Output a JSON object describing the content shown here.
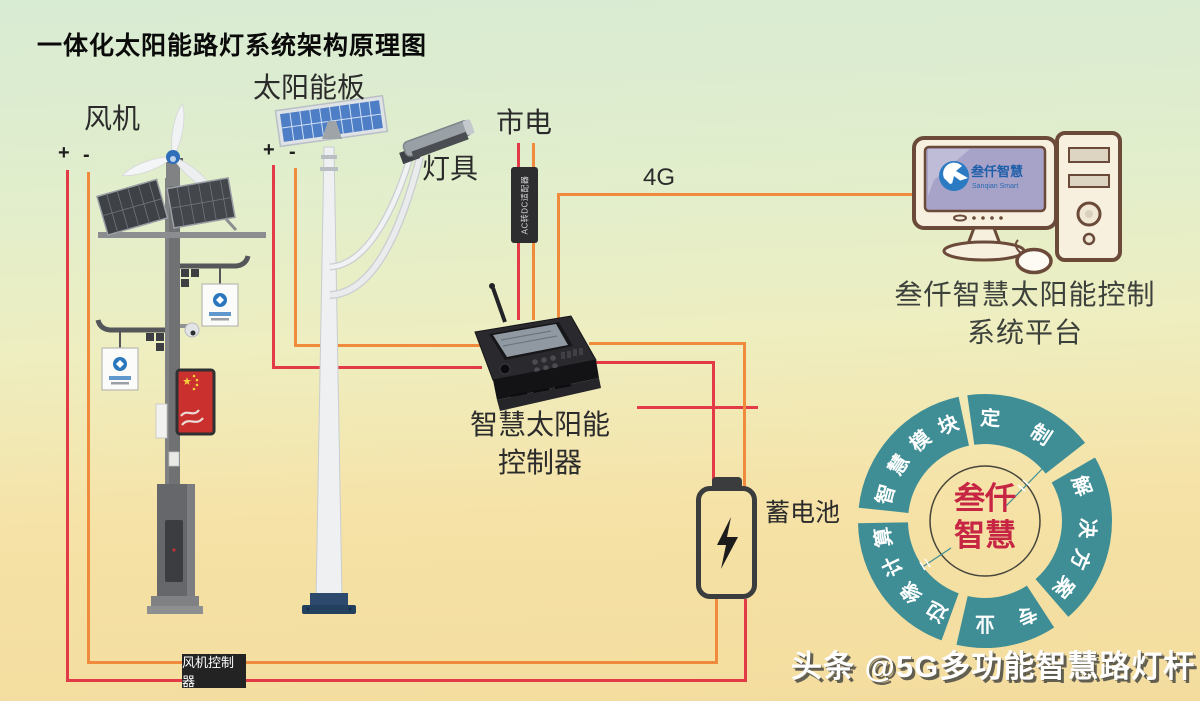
{
  "title": "一体化太阳能路灯系统架构原理图",
  "colors": {
    "wire_positive_red": "#e23b47",
    "wire_negative_orange": "#f08a3c",
    "ring_teal": "#3f8e96",
    "ring_center_red": "#c72544",
    "computer_outline_brown": "#6b4a39",
    "screen_lavender": "#a7a2c8",
    "flag_red": "#c9302e",
    "panel_blue": "#4e7ec6"
  },
  "labels": {
    "wind_turbine": "风机",
    "solar_panel": "太阳能板",
    "lamp": "灯具",
    "mains_power": "市电",
    "acdc_converter": "AC转DC适配器",
    "network": "4G",
    "controller_line1": "智慧太阳能",
    "controller_line2": "控制器",
    "battery": "蓄电池",
    "wind_controller": "风机控制器",
    "platform_line1": "叁仟智慧太阳能控制",
    "platform_line2": "系统平台",
    "plus": "+",
    "minus": "-"
  },
  "monitor_logo": {
    "name": "叁仟智慧",
    "subtitle": "Sanqian Smart"
  },
  "ring": {
    "center_line1": "叁仟",
    "center_line2": "智慧",
    "segments": [
      {
        "label": "定制"
      },
      {
        "label": "解决方案"
      },
      {
        "label": "专业"
      },
      {
        "label": "边缘计算"
      },
      {
        "label": "智慧模块"
      }
    ]
  },
  "watermark": "头条 @5G多功能智慧路灯杆"
}
